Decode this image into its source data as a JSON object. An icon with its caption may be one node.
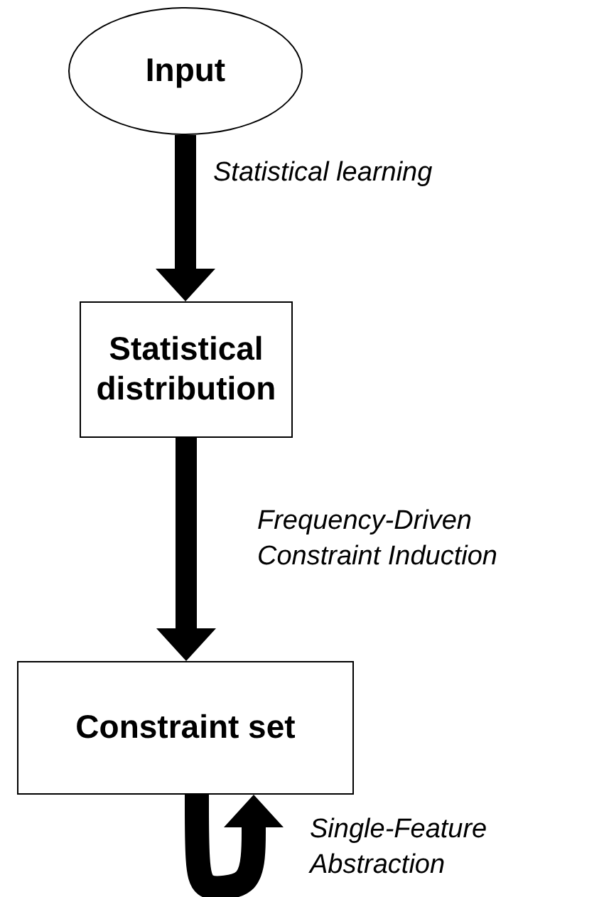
{
  "diagram": {
    "nodes": [
      {
        "text": [
          "Input"
        ]
      },
      {
        "text": [
          "Statistical distribution"
        ]
      },
      {
        "text": [
          "Constraint set"
        ]
      }
    ],
    "edges": [
      {
        "from": 0,
        "to": 1,
        "arrow": "to",
        "label": "Statistical learning"
      },
      {
        "from": 1,
        "to": 2,
        "arrow": "to",
        "label": "Frequency-Driven Constraint Induction"
      },
      {
        "from": 2,
        "to": 2,
        "arrow": "to",
        "label": "Single-Feature Abstraction"
      }
    ]
  }
}
